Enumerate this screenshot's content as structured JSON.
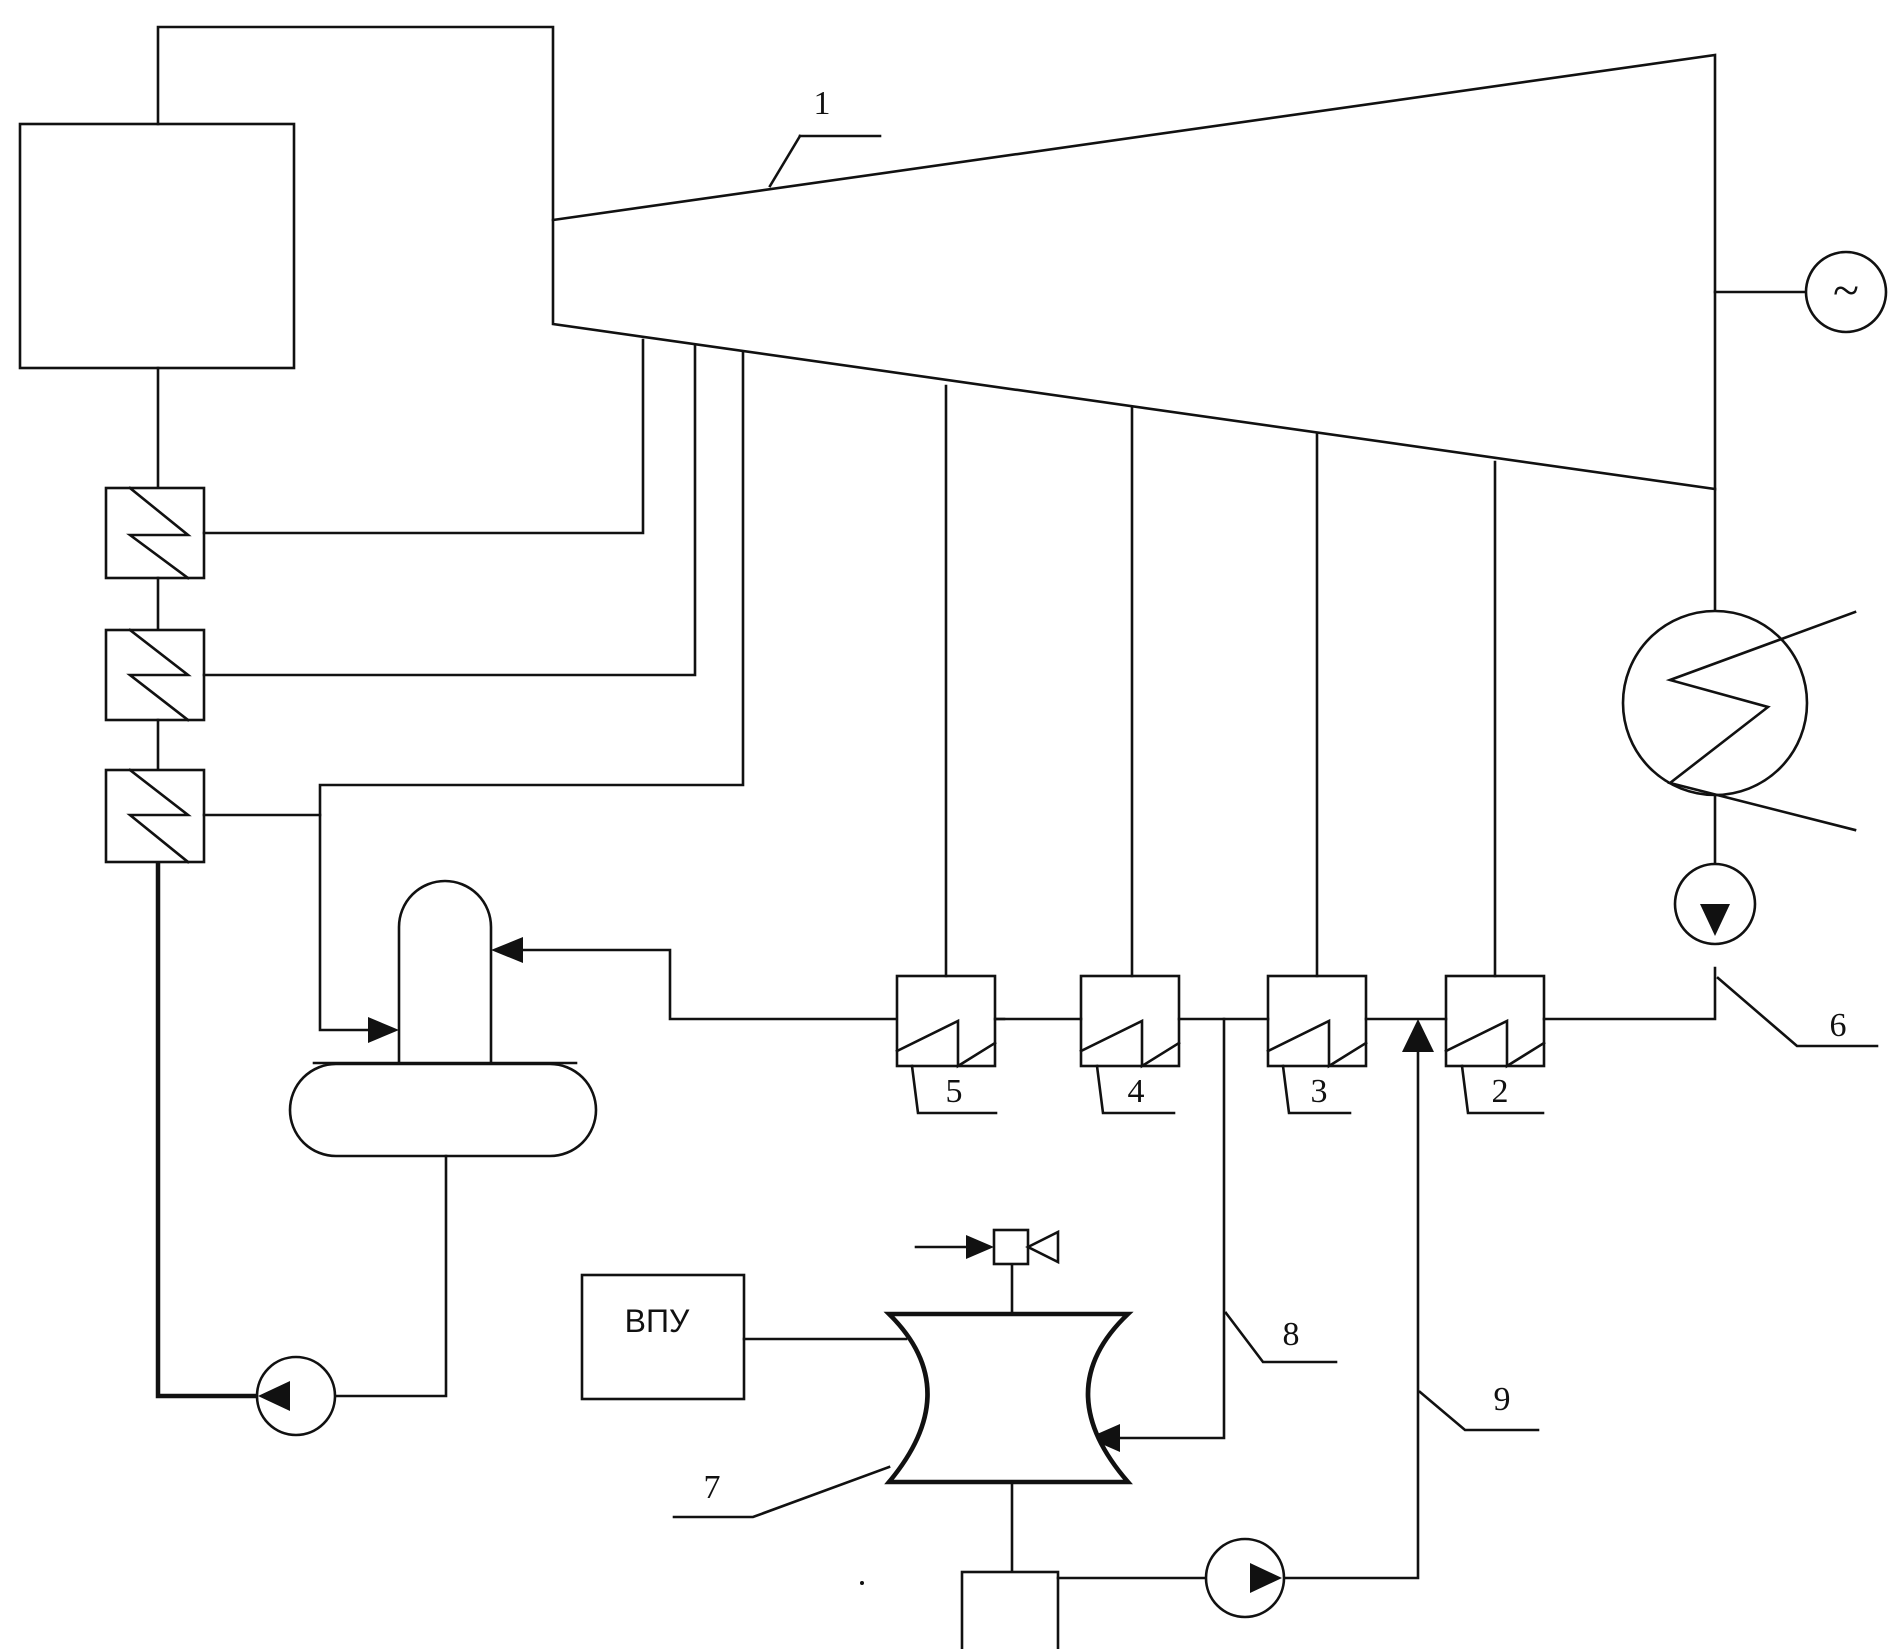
{
  "labels": {
    "turbine": "1",
    "heater_2": "2",
    "heater_3": "3",
    "heater_4": "4",
    "heater_5": "5",
    "condensate_pump": "6",
    "treatment_tank": "7",
    "line_8": "8",
    "line_9": "9",
    "wtp": "ВПУ"
  },
  "generator_symbol": "~"
}
